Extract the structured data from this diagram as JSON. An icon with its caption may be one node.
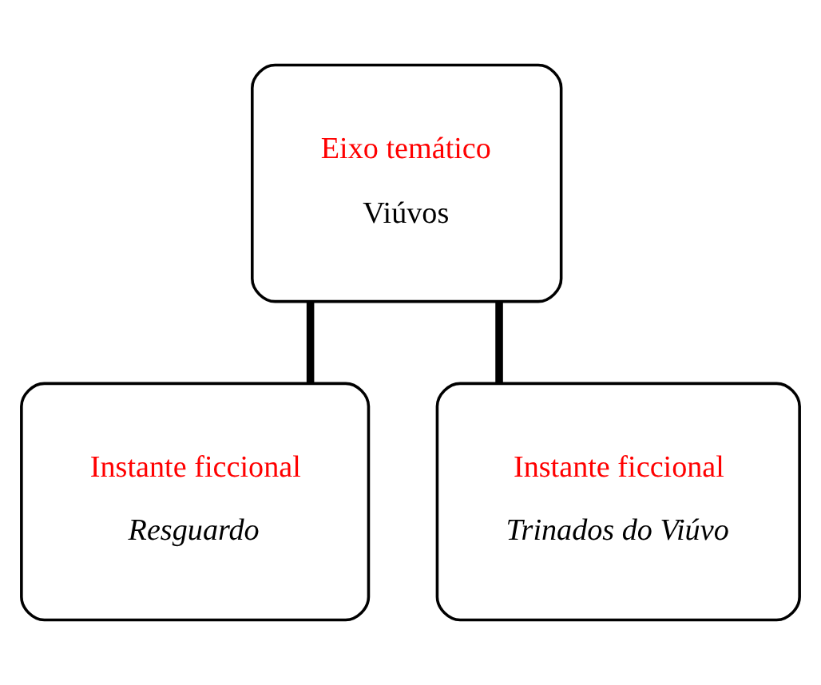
{
  "diagram": {
    "nodes": [
      {
        "text": [
          "Eixo temático",
          "Viúvos"
        ]
      },
      {
        "text": [
          "Instante ficcional",
          "Resguardo"
        ]
      },
      {
        "text": [
          "Instante ficcional",
          "Trinados do Viúvo"
        ]
      }
    ],
    "edges": [
      {
        "from": 0,
        "to": 1,
        "arrow": "none"
      },
      {
        "from": 0,
        "to": 2,
        "arrow": "none"
      }
    ]
  }
}
